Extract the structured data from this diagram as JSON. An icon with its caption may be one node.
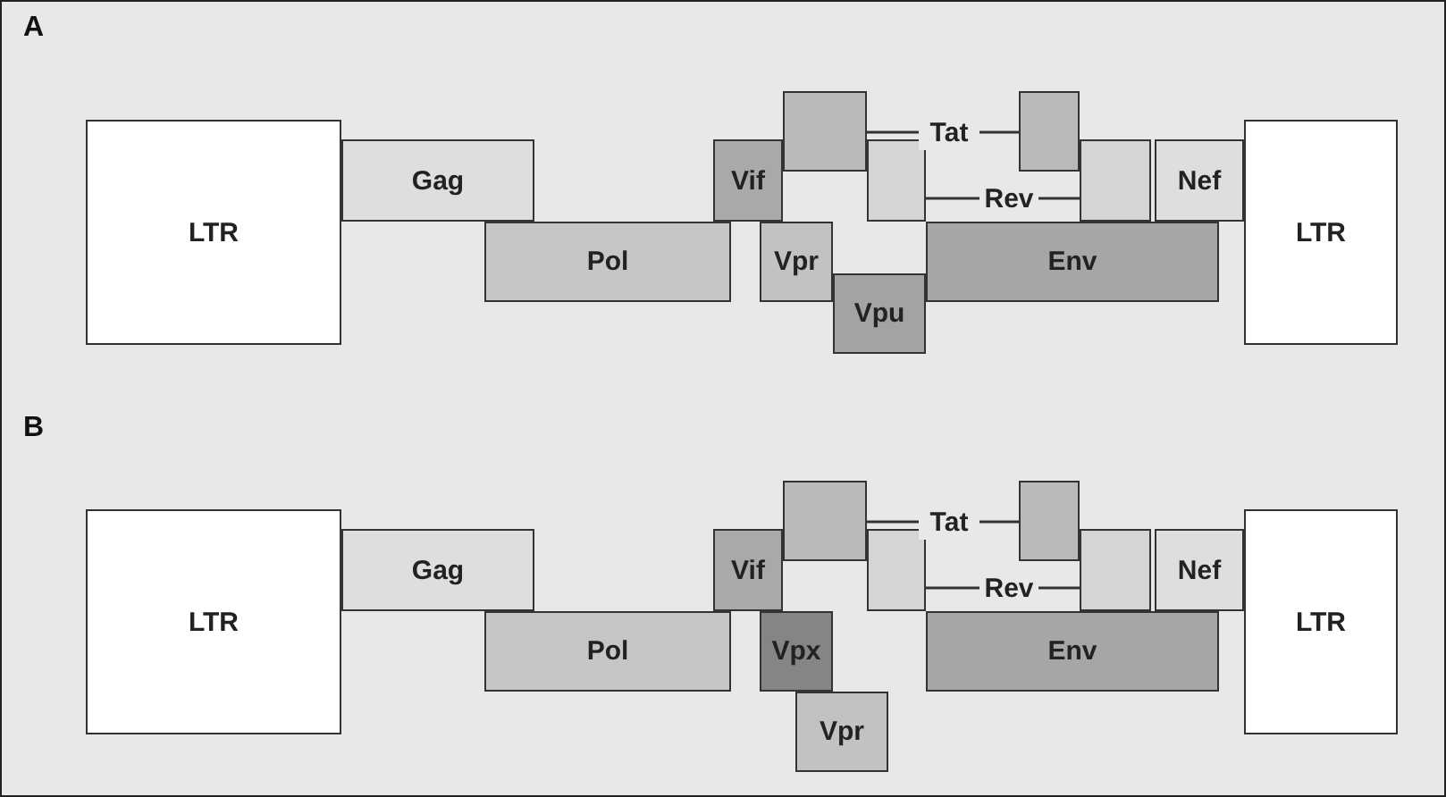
{
  "diagram": {
    "nodes": [
      {
        "text": [
          "LTR"
        ]
      },
      {
        "text": [
          "Gag"
        ]
      },
      {
        "text": [
          "Pol"
        ]
      },
      {
        "text": [
          "Vif"
        ]
      },
      {
        "text": [
          "Vpr"
        ]
      },
      {
        "text": [
          "Vpu"
        ]
      },
      {
        "text": [],
        "shape": "box"
      },
      {
        "text": [],
        "shape": "box"
      },
      {
        "text": [
          "Tat"
        ]
      },
      {
        "text": [
          "Rev"
        ]
      },
      {
        "text": [],
        "shape": "box"
      },
      {
        "text": [],
        "shape": "box"
      },
      {
        "text": [
          "Env"
        ]
      },
      {
        "text": [
          "Nef"
        ]
      },
      {
        "text": [
          "LTR"
        ]
      },
      {
        "text": [
          "LTR"
        ]
      },
      {
        "text": [
          "Gag"
        ]
      },
      {
        "text": [
          "Pol"
        ]
      },
      {
        "text": [
          "Vif"
        ]
      },
      {
        "text": [
          "Vpx"
        ]
      },
      {
        "text": [
          "Vpr"
        ]
      },
      {
        "text": [],
        "shape": "box"
      },
      {
        "text": [],
        "shape": "box"
      },
      {
        "text": [
          "Tat"
        ]
      },
      {
        "text": [
          "Rev"
        ]
      },
      {
        "text": [],
        "shape": "box"
      },
      {
        "text": [],
        "shape": "box"
      },
      {
        "text": [
          "Env"
        ]
      },
      {
        "text": [
          "Nef"
        ]
      },
      {
        "text": [
          "LTR"
        ]
      }
    ],
    "edges": [
      {
        "from": 8,
        "to": 6,
        "arrow": "none"
      },
      {
        "from": 8,
        "to": 10,
        "arrow": "none"
      },
      {
        "from": 9,
        "to": 7,
        "arrow": "none"
      },
      {
        "from": 9,
        "to": 11,
        "arrow": "none"
      },
      {
        "from": 23,
        "to": 21,
        "arrow": "none"
      },
      {
        "from": 23,
        "to": 25,
        "arrow": "none"
      },
      {
        "from": 24,
        "to": 22,
        "arrow": "none"
      },
      {
        "from": 24,
        "to": 26,
        "arrow": "none"
      }
    ],
    "labels": [
      "A",
      "B"
    ]
  }
}
